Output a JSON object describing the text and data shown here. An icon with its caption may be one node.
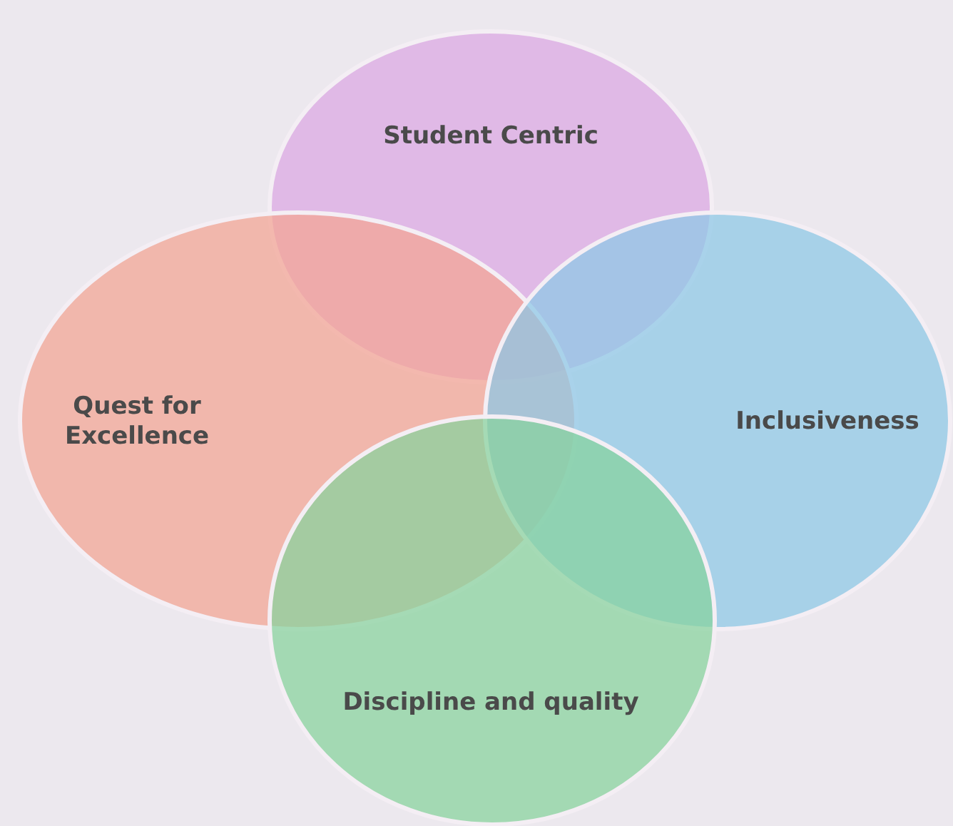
{
  "diagram": {
    "nodes": [
      {
        "text": [
          "Student Centric"
        ]
      },
      {
        "text": [
          "Quest for Excellence"
        ]
      },
      {
        "text": [
          "Inclusiveness"
        ]
      },
      {
        "text": [
          "Discipline and quality"
        ]
      }
    ]
  }
}
